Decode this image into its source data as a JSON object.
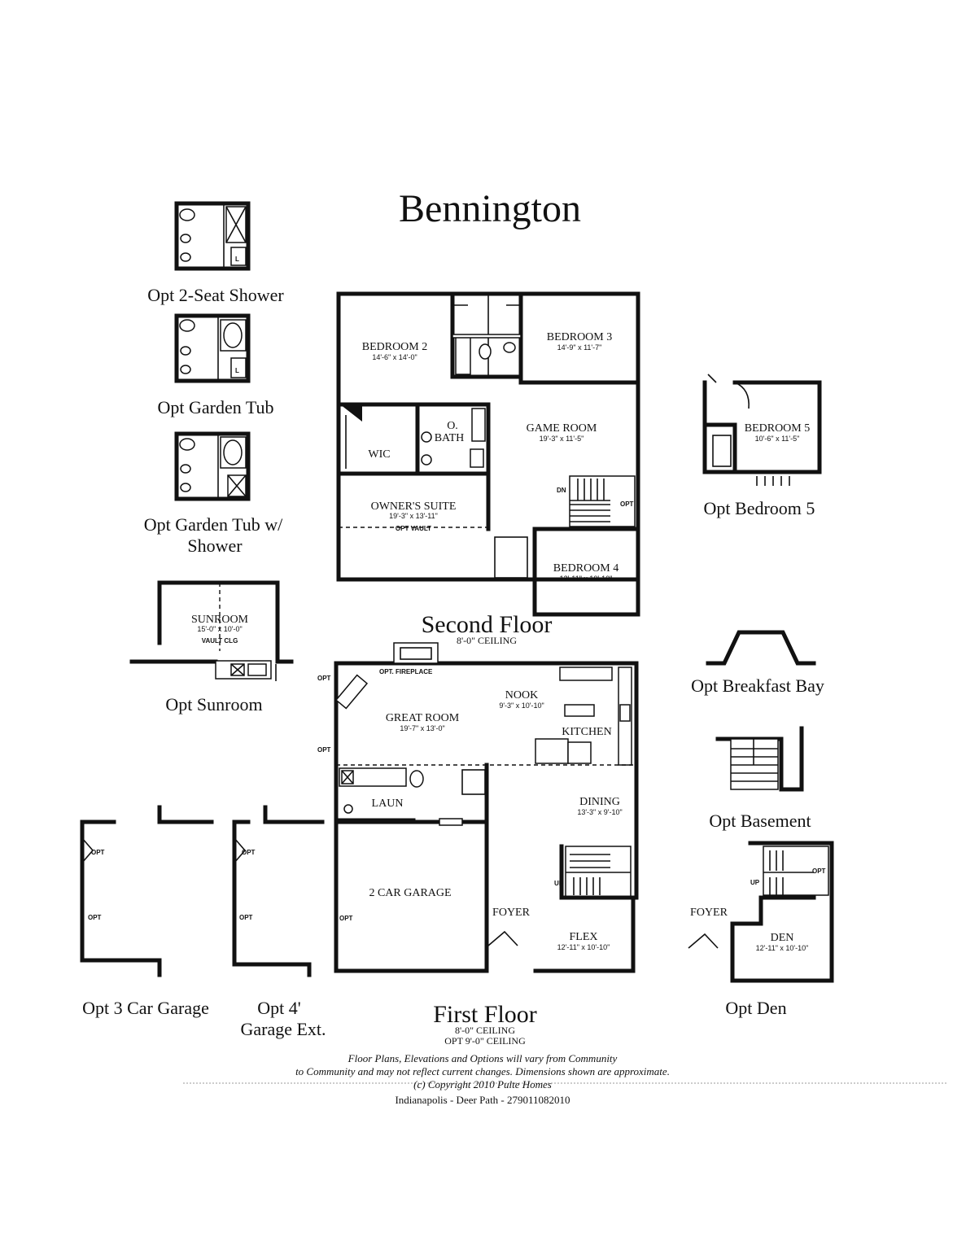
{
  "title": "Bennington",
  "second_floor": {
    "label": "Second Floor",
    "ceiling": "8'-0\" CEILING",
    "rooms": [
      {
        "name": "BEDROOM 2",
        "dims": "14'-6\" x 14'-0\""
      },
      {
        "name": "BEDROOM 3",
        "dims": "14'-9\" x 11'-7\""
      },
      {
        "name": "GAME ROOM",
        "dims": "19'-3\" x 11'-5\""
      },
      {
        "name": "WIC"
      },
      {
        "name": "O.",
        "line2": "BATH"
      },
      {
        "name": "OWNER'S SUITE",
        "dims": "19'-3\" x 13'-11\"",
        "note": "OPT VAULT"
      },
      {
        "name": "BEDROOM 4",
        "dims": "12'-11\" x 10'-10\""
      }
    ],
    "marks": {
      "dn": "DN",
      "opt": "OPT"
    }
  },
  "first_floor": {
    "label": "First Floor",
    "ceiling": "8'-0\" CEILING",
    "ceiling_opt": "OPT 9'-0\" CEILING",
    "rooms": [
      {
        "name": "GREAT ROOM",
        "dims": "19'-7\" x 13'-0\""
      },
      {
        "name": "NOOK",
        "dims": "9'-3\" x 10'-10\""
      },
      {
        "name": "KITCHEN"
      },
      {
        "name": "LAUN"
      },
      {
        "name": "DINING",
        "dims": "13'-3\" x 9'-10\""
      },
      {
        "name": "2 CAR GARAGE"
      },
      {
        "name": "FOYER"
      },
      {
        "name": "FLEX",
        "dims": "12'-11\" x 10'-10\""
      }
    ],
    "marks": {
      "fireplace": "OPT. FIREPLACE",
      "opt": "OPT",
      "up": "UP"
    }
  },
  "options": {
    "two_seat_shower": "Opt 2-Seat Shower",
    "garden_tub": "Opt Garden Tub",
    "garden_tub_shower_1": "Opt Garden Tub w/",
    "garden_tub_shower_2": "Shower",
    "sunroom": "Opt Sunroom",
    "sunroom_room": {
      "name": "SUNROOM",
      "dims": "15'-0\" x 10'-0\"",
      "note": "VAULT CLG"
    },
    "bedroom5": "Opt Bedroom 5",
    "bedroom5_room": {
      "name": "BEDROOM 5",
      "dims": "10'-6\" x 11'-5\""
    },
    "breakfast_bay": "Opt Breakfast Bay",
    "basement": "Opt Basement",
    "three_car": "Opt 3 Car Garage",
    "garage_ext_1": "Opt 4'",
    "garage_ext_2": "Garage Ext.",
    "den": "Opt Den",
    "den_room": {
      "name": "DEN",
      "dims": "12'-11\" x 10'-10\""
    },
    "den_foyer": "FOYER"
  },
  "footer": {
    "line1": "Floor Plans, Elevations and Options will vary from Community",
    "line2": "to Community and may not reflect current changes.  Dimensions shown are approximate.",
    "copyright": "(c) Copyright 2010 Pulte Homes",
    "ref": "Indianapolis - Deer Path - 279011082010"
  }
}
